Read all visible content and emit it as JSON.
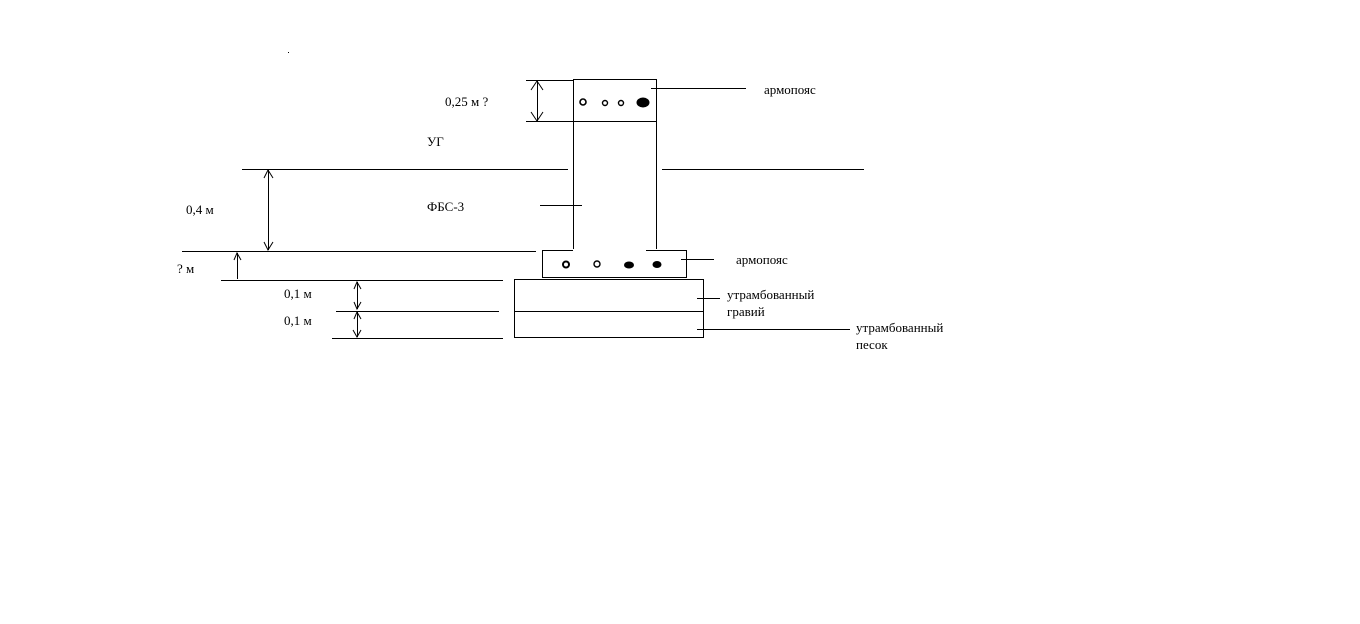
{
  "labels": {
    "top_dim": "0,25 м ?",
    "ug": "УГ",
    "fbs_dim": "0,4 м",
    "fbs": "ФБС-3",
    "bottom_dim": "? м",
    "gravel_dim": "0,1 м",
    "sand_dim": "0,1 м",
    "armopoyas_top": "армопояс",
    "armopoyas_bottom": "армопояс",
    "gravel_line1": "утрамбованный",
    "gravel_line2": "гравий",
    "sand_line1": "утрамбованный",
    "sand_line2": "песок"
  }
}
